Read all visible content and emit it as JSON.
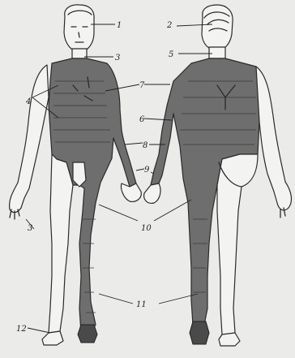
{
  "labels": [
    {
      "id": "1",
      "text": "1"
    },
    {
      "id": "2",
      "text": "2"
    },
    {
      "id": "3a",
      "text": "3"
    },
    {
      "id": "3b",
      "text": "3"
    },
    {
      "id": "4",
      "text": "4"
    },
    {
      "id": "5",
      "text": "5"
    },
    {
      "id": "6",
      "text": "6"
    },
    {
      "id": "7",
      "text": "7"
    },
    {
      "id": "8",
      "text": "8"
    },
    {
      "id": "9",
      "text": "9"
    },
    {
      "id": "10",
      "text": "10"
    },
    {
      "id": "11",
      "text": "11"
    },
    {
      "id": "12",
      "text": "12"
    }
  ],
  "colors": {
    "background": "#ebebea",
    "skin": "#f3f3f1",
    "cast": "#6e6e6e",
    "ink": "#2a2a2a"
  }
}
